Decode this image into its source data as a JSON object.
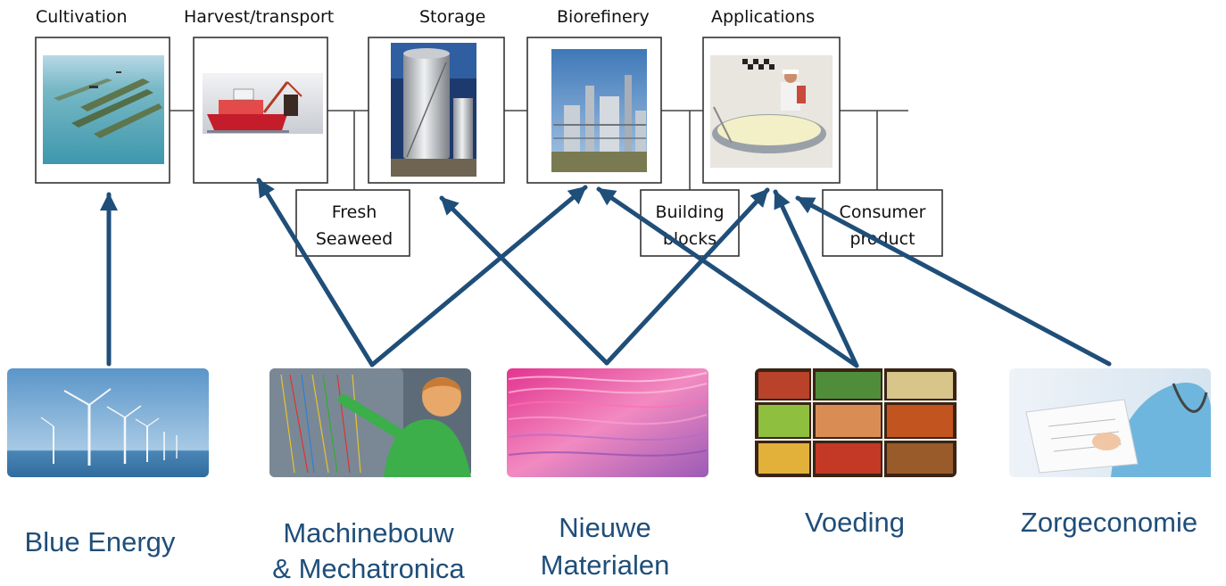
{
  "stages": [
    {
      "key": "cultivation",
      "title": "Cultivation"
    },
    {
      "key": "harvest",
      "title": "Harvest/transport"
    },
    {
      "key": "storage",
      "title": "Storage"
    },
    {
      "key": "biorefinery",
      "title": "Biorefinery"
    },
    {
      "key": "applications",
      "title": "Applications"
    }
  ],
  "intermediates": [
    {
      "key": "fresh-seaweed",
      "line1": "Fresh",
      "line2": "Seaweed"
    },
    {
      "key": "building-blocks",
      "line1": "Building",
      "line2": "blocks"
    },
    {
      "key": "consumer-product",
      "line1": "Consumer",
      "line2": "product"
    }
  ],
  "sectors": [
    {
      "key": "blue-energy",
      "line1": "Blue Energy",
      "line2": ""
    },
    {
      "key": "machinebouw",
      "line1": "Machinebouw",
      "line2": "& Mechatronica"
    },
    {
      "key": "nieuwe-materialen",
      "line1": "Nieuwe",
      "line2": "Materialen"
    },
    {
      "key": "voeding",
      "line1": "Voeding",
      "line2": ""
    },
    {
      "key": "zorgeconomie",
      "line1": "Zorgeconomie",
      "line2": ""
    }
  ],
  "colors": {
    "arrow": "#1f4e79",
    "label": "#1f4e79",
    "line": "#444444"
  }
}
